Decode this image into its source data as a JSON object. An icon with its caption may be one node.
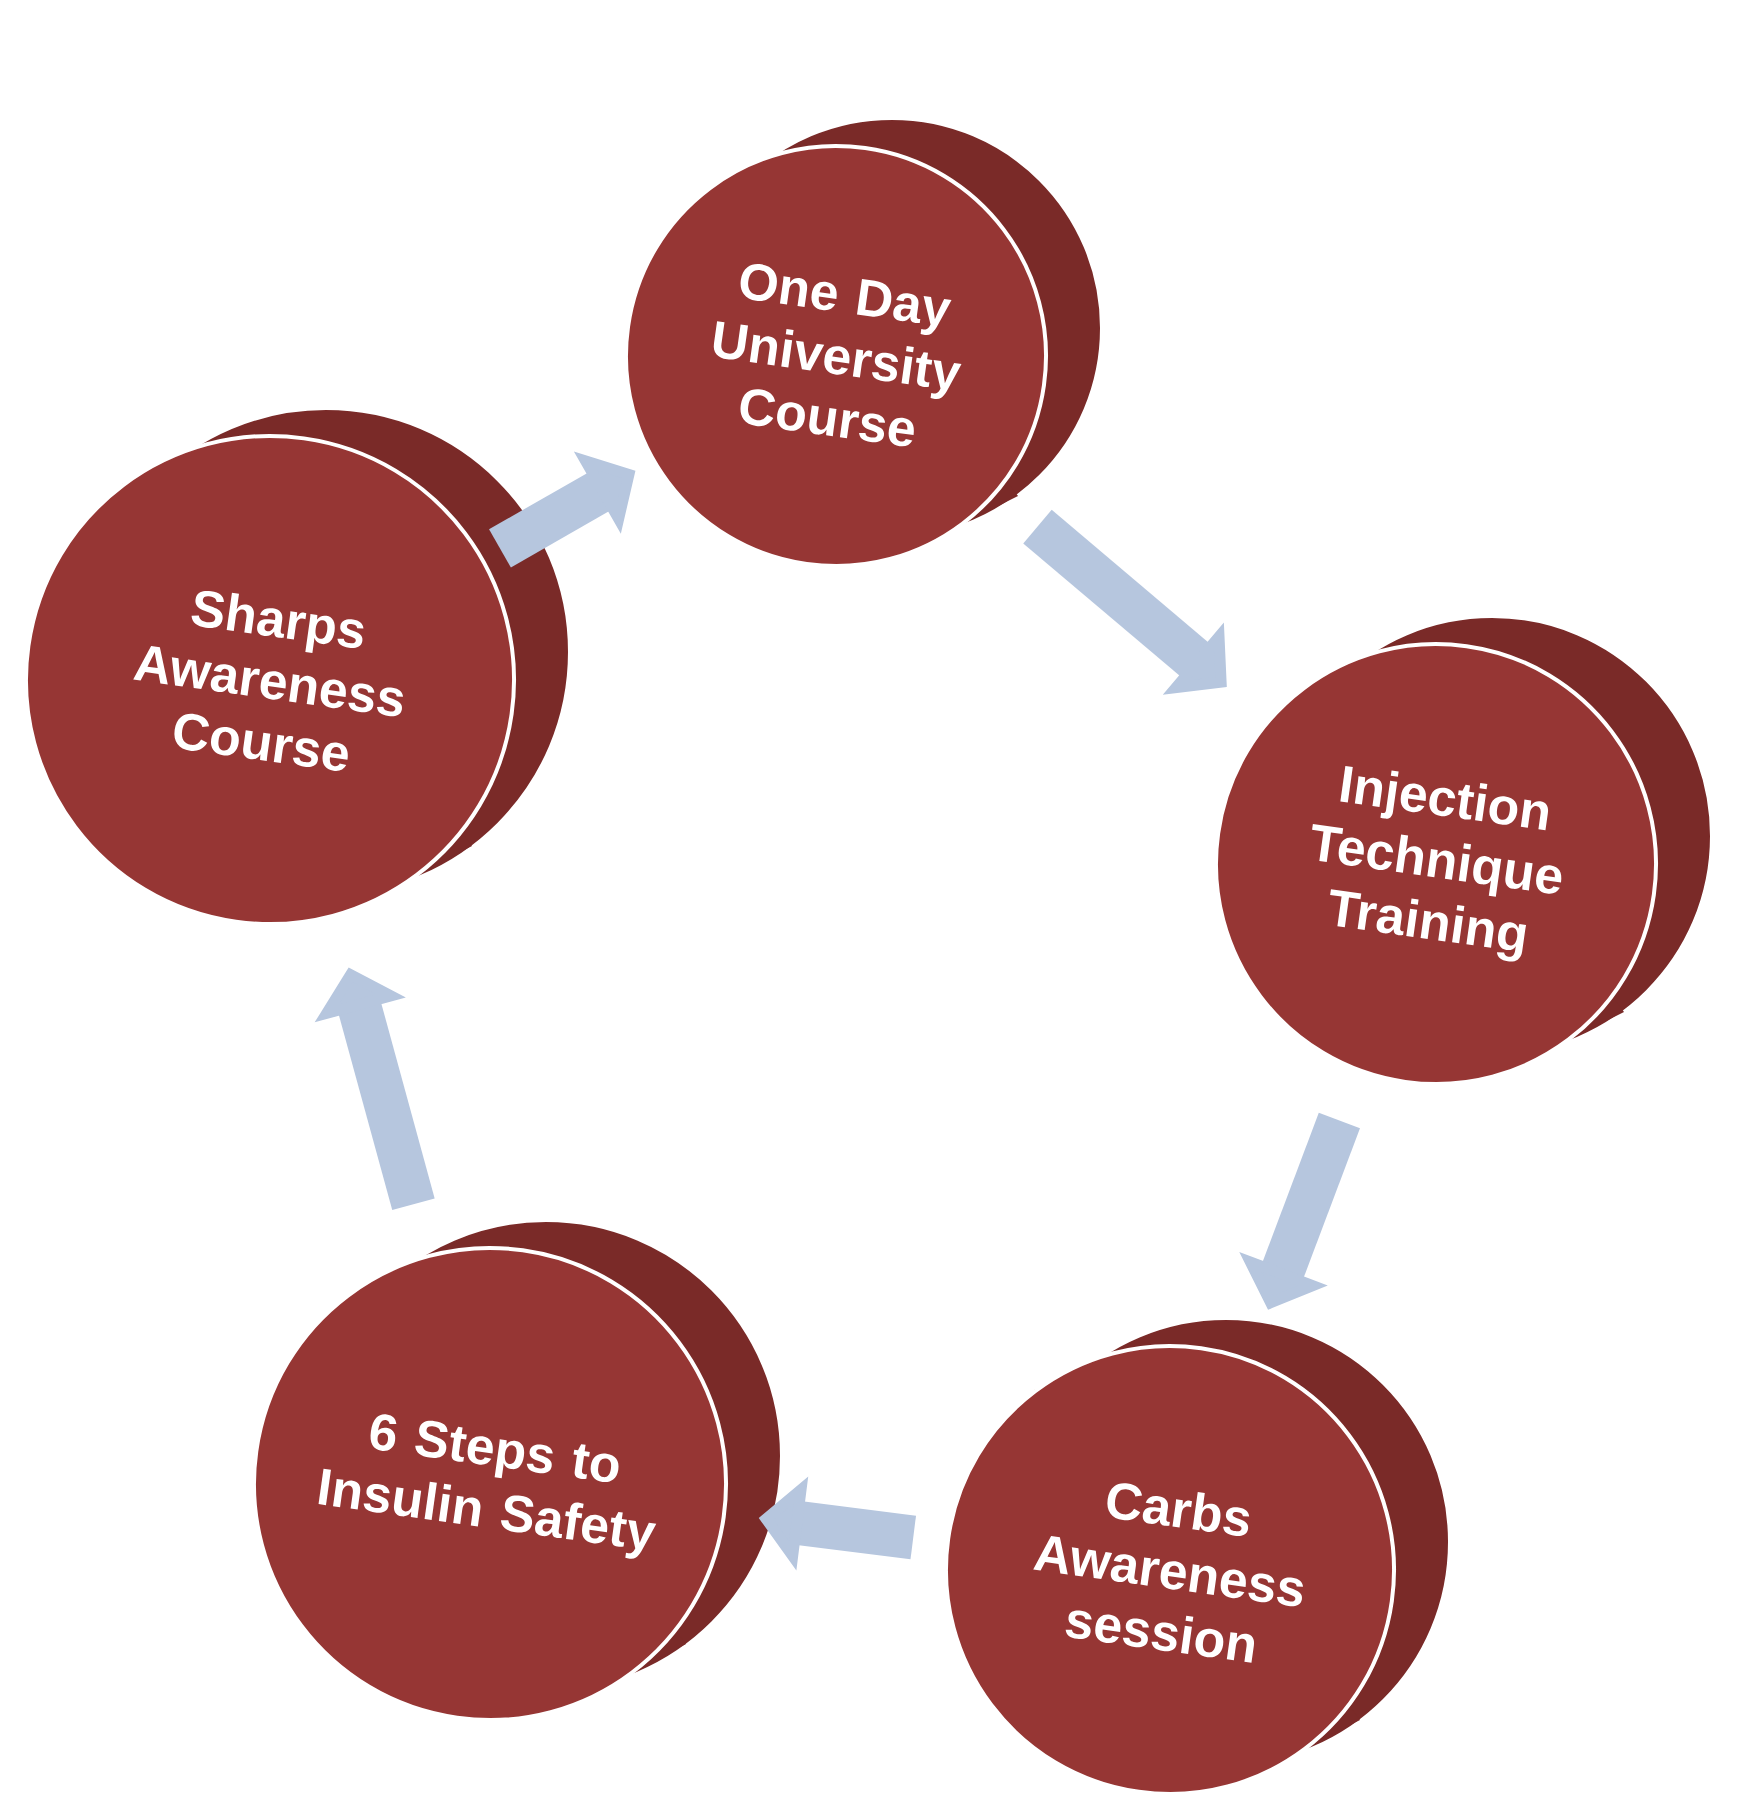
{
  "diagram": {
    "nodes": [
      {
        "text": [
          "One Day University Course"
        ]
      },
      {
        "text": [
          "Injection Technique Training"
        ]
      },
      {
        "text": [
          "Carbs Awareness session"
        ]
      },
      {
        "text": [
          "6 Steps to Insulin Safety"
        ]
      },
      {
        "text": [
          "Sharps Awareness Course"
        ]
      }
    ],
    "edges": [
      {
        "from": 0,
        "to": 1,
        "arrow": "to"
      },
      {
        "from": 1,
        "to": 2,
        "arrow": "to"
      },
      {
        "from": 2,
        "to": 3,
        "arrow": "to"
      },
      {
        "from": 3,
        "to": 4,
        "arrow": "to"
      },
      {
        "from": 4,
        "to": 0,
        "arrow": "to"
      }
    ]
  }
}
